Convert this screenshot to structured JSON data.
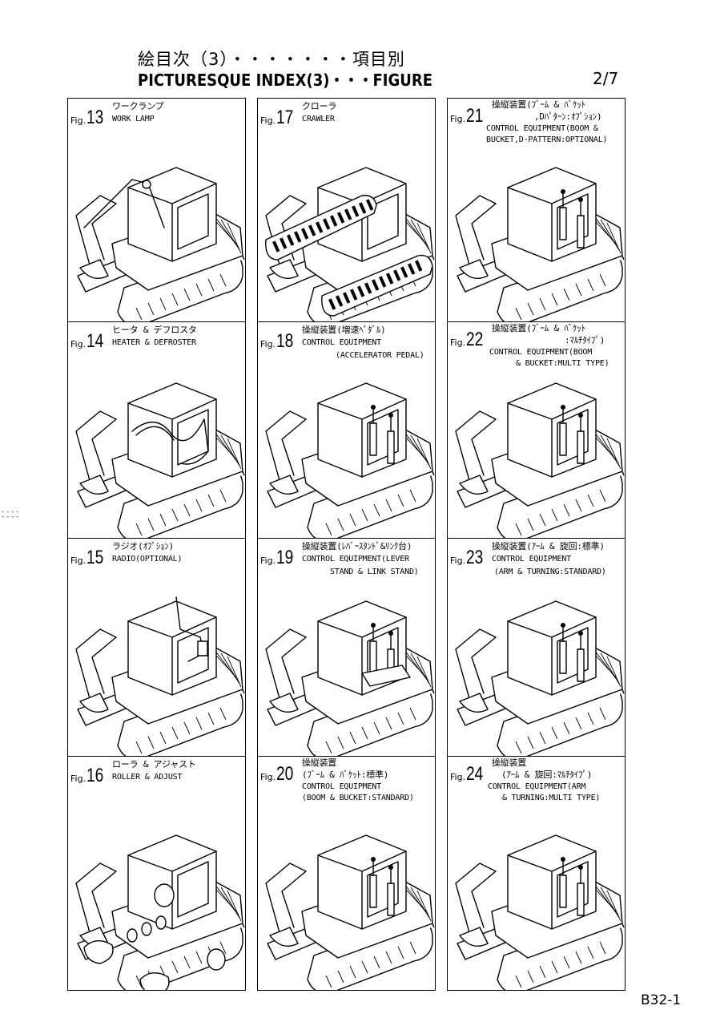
{
  "header": {
    "title_jp": "絵目次（3）・・・・・・・項目別",
    "title_en": "PICTURESQUE INDEX(3)・・・FIGURE",
    "page": "2/7"
  },
  "footer": {
    "doc_code": "B32-1",
    "margin_mark": "- - - -\n- - - -"
  },
  "fig_label": "Fig.",
  "figures": [
    {
      "num": "13",
      "jp": "ワークランプ",
      "en": [
        "WORK LAMP"
      ]
    },
    {
      "num": "17",
      "jp": "クローラ",
      "en": [
        "CRAWLER"
      ]
    },
    {
      "num": "21",
      "jp": "操縦装置(ﾌﾞｰﾑ & ﾊﾞｹｯﾄ",
      "jp2": ",Dﾊﾟﾀｰﾝ:ｵﾌﾟｼｮﾝ)",
      "en": [
        "CONTROL EQUIPMENT(BOOM &",
        "BUCKET,D-PATTERN:OPTIONAL)"
      ]
    },
    {
      "num": "14",
      "jp": "ヒータ & デフロスタ",
      "en": [
        "HEATER & DEFROSTER"
      ]
    },
    {
      "num": "18",
      "jp": "操縦装置(増速ﾍﾟﾀﾞﾙ)",
      "en": [
        "CONTROL EQUIPMENT",
        "(ACCELERATOR PEDAL)"
      ]
    },
    {
      "num": "22",
      "jp": "操縦装置(ﾌﾞｰﾑ & ﾊﾞｹｯﾄ",
      "jp2": ":ﾏﾙﾁﾀｲﾌﾟ)",
      "en": [
        "CONTROL EQUIPMENT(BOOM",
        "& BUCKET:MULTI TYPE)"
      ]
    },
    {
      "num": "15",
      "jp": "ラジオ(ｵﾌﾟｼｮﾝ)",
      "en": [
        "RADIO(OPTIONAL)"
      ]
    },
    {
      "num": "19",
      "jp": "操縦装置(ﾚﾊﾞｰｽﾀﾝﾄﾞ&ﾘﾝｸ台)",
      "en": [
        "CONTROL EQUIPMENT(LEVER",
        "STAND & LINK STAND)"
      ]
    },
    {
      "num": "23",
      "jp": "操縦装置(ｱｰﾑ & 旋回:標準)",
      "en": [
        "CONTROL EQUIPMENT",
        "(ARM & TURNING:STANDARD)"
      ]
    },
    {
      "num": "16",
      "jp": "ローラ & アジャスト",
      "en": [
        "ROLLER & ADJUST"
      ]
    },
    {
      "num": "20",
      "jp": "操縦装置",
      "jp2": "(ﾌﾞｰﾑ & ﾊﾞｹｯﾄ:標準)",
      "en": [
        "CONTROL EQUIPMENT",
        "(BOOM & BUCKET:STANDARD)"
      ]
    },
    {
      "num": "24",
      "jp": "操縦装置",
      "jp2": "(ｱｰﾑ & 旋回:ﾏﾙﾁﾀｲﾌﾟ)",
      "en": [
        "CONTROL EQUIPMENT(ARM",
        "& TURNING:MULTI TYPE)"
      ]
    }
  ]
}
